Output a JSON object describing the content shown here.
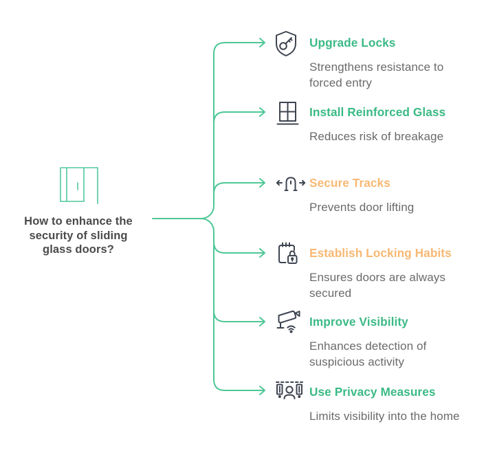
{
  "colors": {
    "background": "#ffffff",
    "connector_green": "#4ec795",
    "title_green": "#3bba85",
    "title_orange": "#f9b873",
    "icon_stroke": "#3e4450",
    "description_gray": "#6a6a6a",
    "question_gray": "#4a4a4a",
    "door_icon_green": "#50c89c"
  },
  "question": {
    "icon": "sliding-door-icon",
    "lines": [
      "How to enhance the",
      "security of sliding",
      "glass doors?"
    ]
  },
  "branches": [
    {
      "title": "Upgrade Locks",
      "color": "green",
      "icon": "shield-key-icon",
      "desc_lines": [
        "Strengthens resistance to",
        "forced entry"
      ]
    },
    {
      "title": "Install Reinforced Glass",
      "color": "green",
      "icon": "window-glass-icon",
      "desc_lines": [
        "Reduces risk of breakage"
      ]
    },
    {
      "title": "Secure Tracks",
      "color": "orange",
      "icon": "track-slider-arrows-icon",
      "desc_lines": [
        "Prevents door lifting"
      ]
    },
    {
      "title": "Establish Locking Habits",
      "color": "orange",
      "icon": "checklist-padlock-icon",
      "desc_lines": [
        "Ensures doors are always",
        "secured"
      ]
    },
    {
      "title": "Improve Visibility",
      "color": "green",
      "icon": "cctv-camera-icon",
      "desc_lines": [
        "Enhances detection of",
        "suspicious activity"
      ]
    },
    {
      "title": "Use Privacy Measures",
      "color": "green",
      "icon": "person-behind-blinds-icon",
      "desc_lines": [
        "Limits visibility into the home"
      ]
    }
  ]
}
